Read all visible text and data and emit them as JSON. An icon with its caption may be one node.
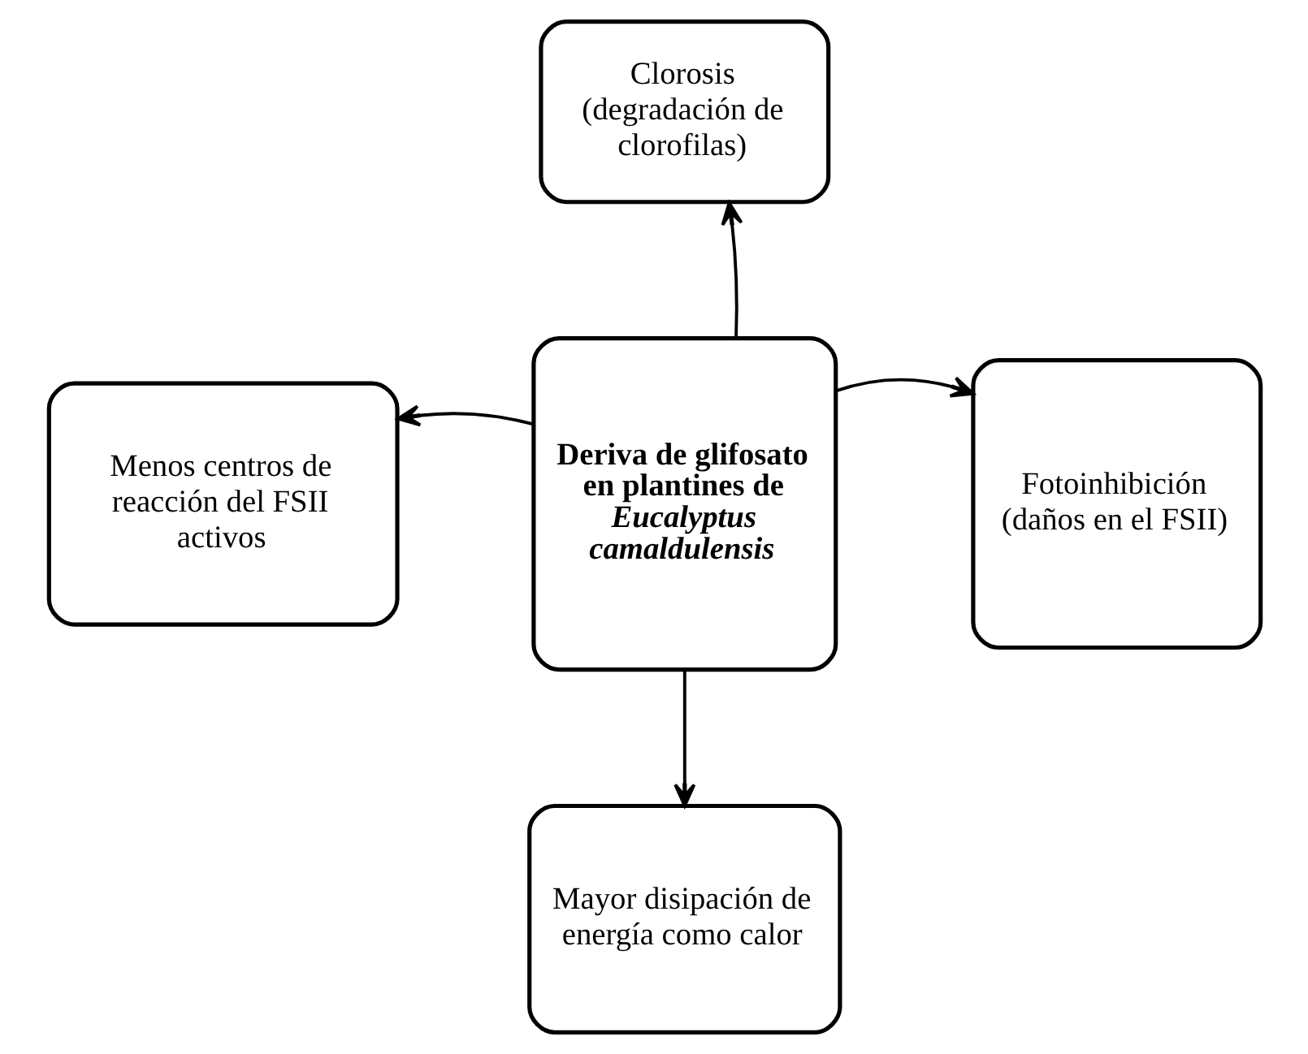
{
  "diagram": {
    "nodes": [
      {
        "text": [
          "Clorosis (degradación de clorofilas)"
        ]
      },
      {
        "text": [
          "Menos centros de reacción del FSII activos"
        ]
      },
      {
        "text": [
          "Deriva de glifosato en plantines de *Eucalyptus camaldulensis*"
        ]
      },
      {
        "text": [
          "Fotoinhibición (daños en el FSII)"
        ]
      },
      {
        "text": [
          "Mayor disipación de energía como calor"
        ]
      }
    ],
    "edges": [
      {
        "from": 2,
        "to": 0,
        "arrow": "to"
      },
      {
        "from": 2,
        "to": 1,
        "arrow": "to"
      },
      {
        "from": 2,
        "to": 3,
        "arrow": "to"
      },
      {
        "from": 2,
        "to": 4,
        "arrow": "to"
      }
    ]
  }
}
